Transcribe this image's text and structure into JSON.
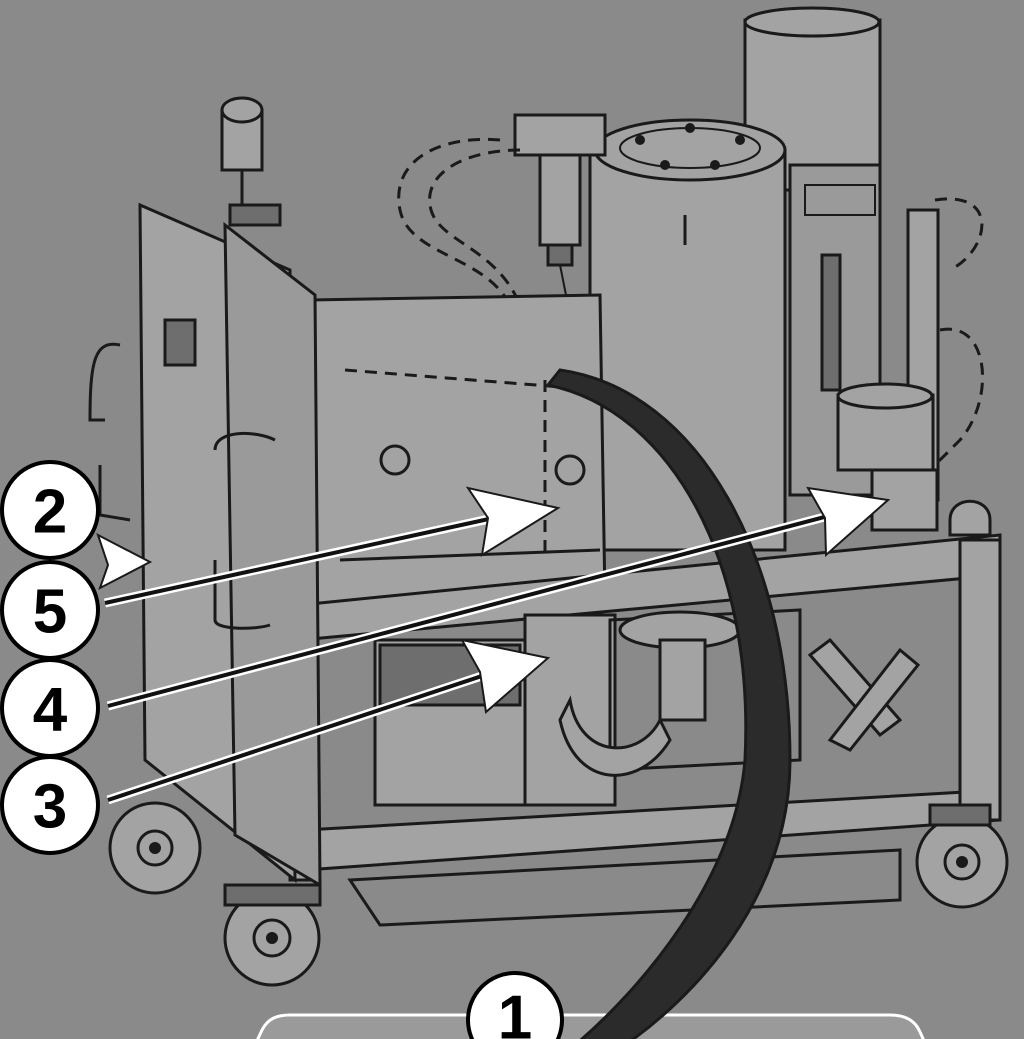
{
  "callouts": [
    {
      "id": "1",
      "label": "1"
    },
    {
      "id": "2",
      "label": "2"
    },
    {
      "id": "3",
      "label": "3"
    },
    {
      "id": "4",
      "label": "4"
    },
    {
      "id": "5",
      "label": "5"
    }
  ],
  "colors": {
    "background": "#8a8a8a",
    "line": "#1a1a1a",
    "callout_fill": "#ffffff",
    "arrow_head": "#ffffff",
    "curved_arrow": "#2a2a2a"
  }
}
